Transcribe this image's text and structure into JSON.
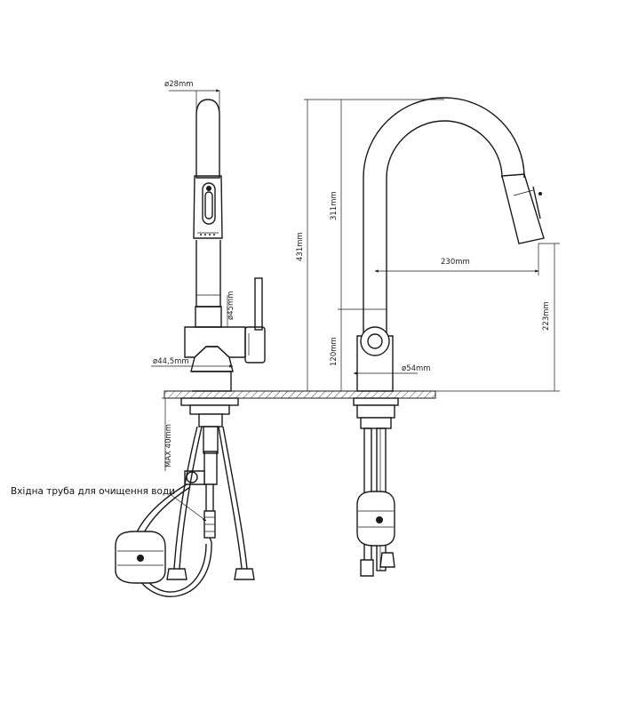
{
  "labels": {
    "dia_28": "ø28mm",
    "dia_45": "ø45mm",
    "dia_44_5": "ø44,5mm",
    "dia_54": "ø54mm",
    "max_40": "MAX 40mm",
    "h_431": "431mm",
    "h_311": "311mm",
    "h_120": "120mm",
    "h_223": "223mm",
    "w_230": "230mm",
    "inlet_note": "Вхідна труба для очищення води"
  }
}
